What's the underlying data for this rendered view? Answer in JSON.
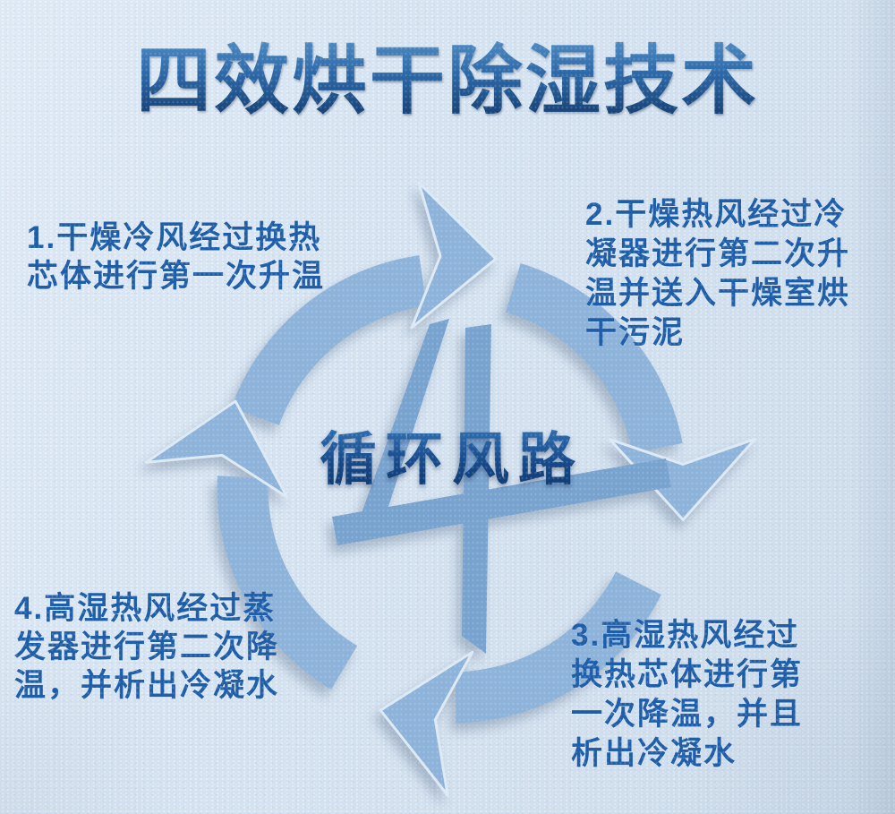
{
  "title": "四效烘干除湿技术",
  "diagram": {
    "center_label": "循环风路",
    "numeral": "4"
  },
  "steps": [
    {
      "num": "1",
      "text": "1.干燥冷风经过换热\n芯体进行第一次升温"
    },
    {
      "num": "2",
      "text": "2.干燥热风经过冷\n凝器进行第二次升\n温并送入干燥室烘\n干污泥"
    },
    {
      "num": "3",
      "text": "3.高湿热风经过\n换热芯体进行第\n一次降温，并且\n析出冷凝水"
    },
    {
      "num": "4",
      "text": "4.高湿热风经过蒸\n发器进行第二次降\n温，并析出冷凝水"
    }
  ],
  "colors": {
    "background": "#d5e3f1",
    "ring_arrow": "#8eb3da",
    "numeral": "#79a3cf",
    "title_gradient_top": "#4d8ac2",
    "title_gradient_bottom": "#143d70",
    "step_text": "#1e5da8",
    "center_text": "#0e3a70"
  }
}
